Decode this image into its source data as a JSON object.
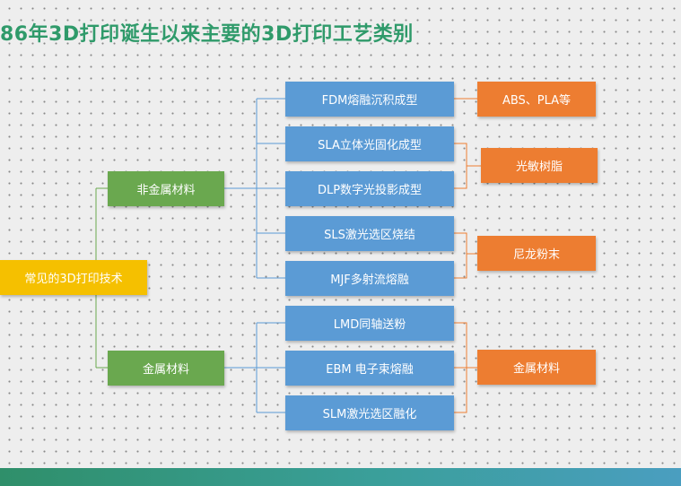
{
  "title": "86年3D打印诞生以来主要的3D打印工艺类别",
  "root": "常见的3D打印技术",
  "categories": {
    "nonmetal": "非金属材料",
    "metal": "金属材料"
  },
  "technologies": [
    "FDM熔融沉积成型",
    "SLA立体光固化成型",
    "DLP数字光投影成型",
    "SLS激光选区烧结",
    "MJF多射流熔融",
    "LMD同轴送粉",
    "EBM 电子束熔融",
    "SLM激光选区融化"
  ],
  "materials": [
    "ABS、PLA等",
    "光敏树脂",
    "尼龙粉末",
    "金属材料"
  ],
  "colors": {
    "title": "#2f9a6a",
    "root": "#f5c000",
    "category": "#6aa84f",
    "technology": "#5b9bd5",
    "material": "#ed7d31"
  }
}
